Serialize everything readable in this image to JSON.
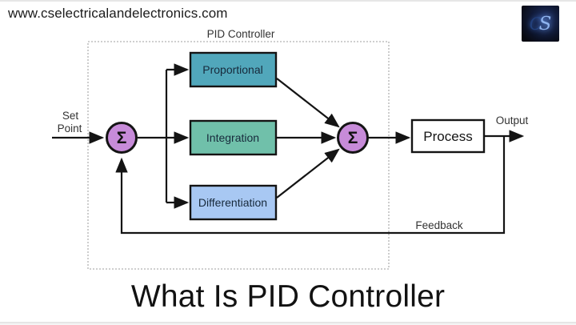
{
  "page": {
    "url_text": "www.cselectricalandelectronics.com",
    "title": "What Is PID Controller"
  },
  "logo": {
    "letter_c": "C",
    "letter_s": "S",
    "bg_color": "#111a36",
    "glow_color": "#8fb4ef"
  },
  "diagram": {
    "frame_label": "PID Controller",
    "set_point_line1": "Set",
    "set_point_line2": "Point",
    "output_label": "Output",
    "feedback_label": "Feedback",
    "sum_symbol": "Σ",
    "sum_fill": "#c78bd9",
    "blocks": {
      "proportional": {
        "label": "Proportional",
        "fill": "#51a7bb"
      },
      "integration": {
        "label": "Integration",
        "fill": "#70c0aa"
      },
      "differentiation": {
        "label": "Differentiation",
        "fill": "#a8c8f3"
      },
      "process": {
        "label": "Process",
        "fill": "#ffffff"
      }
    }
  }
}
